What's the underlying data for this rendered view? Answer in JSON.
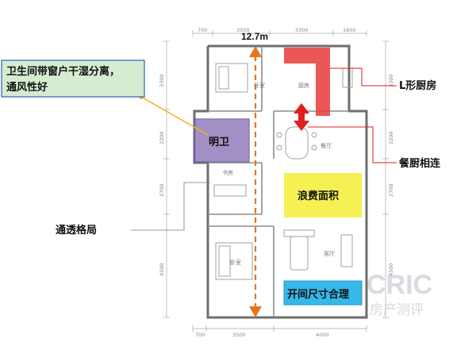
{
  "title_span": "12.7m",
  "dims": {
    "top": [
      "700",
      "3500",
      "3300",
      "1600"
    ],
    "bottom": [
      "700",
      "3500",
      "4000"
    ],
    "left": [
      "3300",
      "2200",
      "2700",
      "4500"
    ],
    "right": [
      "3300",
      "2200",
      "2700",
      "4500"
    ]
  },
  "rooms": {
    "bedroom_top": "卧室",
    "master": "卧室",
    "kitchen": "厨房",
    "dining": "餐厅",
    "study": "书房",
    "bedroom_bottom": "卧室",
    "living": "客厅"
  },
  "callouts": {
    "bathroom_note": "卫生间带窗户干湿分离，\n通风性好",
    "bright_bath": "明卫",
    "l_kitchen": "L形厨房",
    "dining_kitchen": "餐厨相连",
    "waste_area": "浪费面积",
    "transparent": "通透格局",
    "bay_size": "开间尺寸合理"
  },
  "watermark": {
    "brand": "CRIC",
    "sub": "房产测评"
  },
  "colors": {
    "purple_box": "#8a74b8",
    "yellow_box": "#f5ef3a",
    "cyan_box": "#26b3e8",
    "red_kitchen": "#e83a3a",
    "orange_arrow": "#e8741a",
    "note_bg": "#d6ecd0",
    "note_border": "#2a5fbf",
    "leader": "#f2b51e"
  }
}
